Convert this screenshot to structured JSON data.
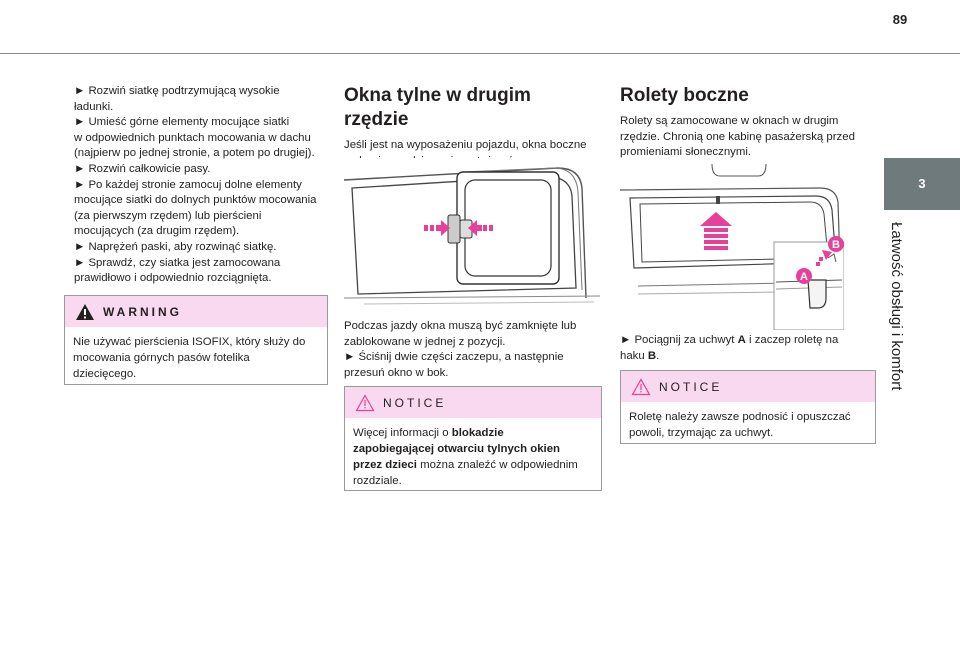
{
  "page": {
    "number": "89",
    "section_tab": "3",
    "section_title": "Łatwość obsługi i komfort"
  },
  "col1": {
    "lines": [
      "► Rozwiń siatkę podtrzymującą wysokie",
      "ładunki.",
      "► Umieść górne elementy mocujące siatki",
      "w odpowiednich punktach mocowania w dachu",
      "(najpierw po jednej stronie, a potem po drugiej).",
      "► Rozwiń całkowicie pasy.",
      "► Po każdej stronie zamocuj dolne elementy",
      "mocujące siatki do dolnych punktów mocowania",
      "(za pierwszym rzędem) lub pierścieni",
      "mocujących (za drugim rzędem).",
      "► Naprężeń paski, aby rozwinąć siatkę.",
      "► Sprawdź, czy siatka jest zamocowana",
      "prawidłowo i odpowiednio rozciągnięta."
    ],
    "warning": {
      "title": "WARNING",
      "lines": [
        "Nie używać pierścienia ISOFIX, który służy do",
        "mocowania górnych pasów fotelika",
        "dziecięcego."
      ]
    }
  },
  "col2": {
    "heading": "Okna tylne w drugim rzędzie",
    "intro": [
      "Jeśli jest na wyposażeniu pojazdu, okna boczne",
      "w drugim rzędzie można otwierać."
    ],
    "after": [
      "Podczas jazdy okna muszą być zamknięte lub",
      "zablokowane w jednej z pozycji.",
      "► Ściśnij dwie części zaczepu, a następnie",
      "przesuń okno w bok."
    ],
    "notice": {
      "title": "NOTICE",
      "line1_plain": "Więcej informacji o ",
      "line1_bold": "blokadzie",
      "line2_bold": "zapobiegającej otwarciu tylnych okien",
      "line3_bold": "przez dzieci",
      "line3_plain": " można znaleźć w odpowiednim",
      "line4": "rozdziale."
    }
  },
  "col3": {
    "heading": "Rolety boczne",
    "intro": [
      "Rolety są zamocowane w oknach w drugim",
      "rzędzie. Chronią one kabinę pasażerską przed",
      "promieniami słonecznymi."
    ],
    "instr_a": "► Pociągnij za uchwyt ",
    "instr_b": "A",
    "instr_c": " i zaczep roletę na",
    "instr_d": "haku ",
    "instr_e": "B",
    "instr_f": ".",
    "notice": {
      "title": "NOTICE",
      "lines": [
        "Roletę należy zawsze podnosić i opuszczać",
        "powoli, trzymając za uchwyt."
      ]
    },
    "labels": {
      "a": "A",
      "b": "B"
    }
  },
  "colors": {
    "accent_pink": "#e8409a",
    "box_header": "#f9d9f0",
    "tab_gray": "#6f7a7c"
  }
}
